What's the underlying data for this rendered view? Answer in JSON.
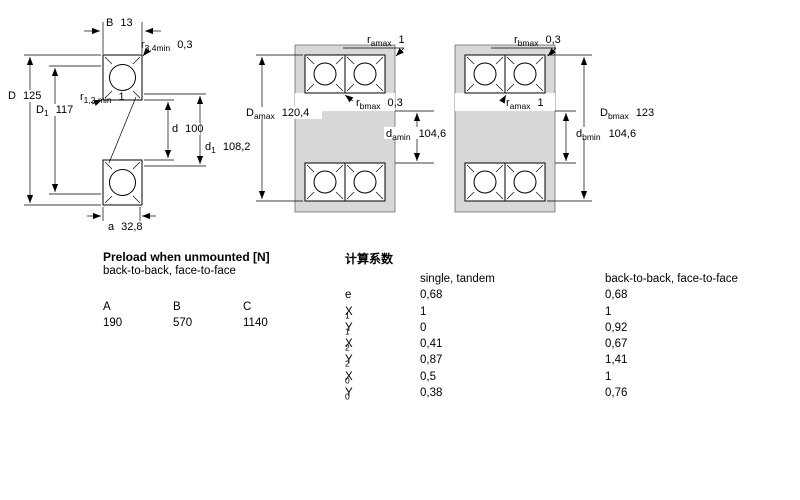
{
  "diagram": {
    "left": {
      "B": {
        "base": "B",
        "value": "13"
      },
      "r34": {
        "base": "r",
        "sub": "3,4min",
        "value": "0,3"
      },
      "D": {
        "base": "D",
        "value": "125"
      },
      "r12": {
        "base": "r",
        "sub": "1,2 min",
        "value": "1"
      },
      "D1": {
        "base": "D",
        "sub": "1",
        "value": "117"
      },
      "d": {
        "base": "d",
        "value": "100"
      },
      "d1": {
        "base": "d",
        "sub": "1",
        "value": "108,2"
      },
      "a": {
        "base": "a",
        "value": "32,8"
      }
    },
    "pair1": {
      "ramax_top": {
        "base": "r",
        "sub": "amax",
        "value": "1"
      },
      "Damax": {
        "base": "D",
        "sub": "amax",
        "value": "120,4"
      },
      "rbmax_mid": {
        "base": "r",
        "sub": "bmax",
        "value": "0,3"
      },
      "damin": {
        "base": "d",
        "sub": "amin",
        "value": "104,6"
      }
    },
    "pair2": {
      "rbmax_top": {
        "base": "r",
        "sub": "bmax",
        "value": "0,3"
      },
      "ramax_mid": {
        "base": "r",
        "sub": "amax",
        "value": "1"
      },
      "Dbmax": {
        "base": "D",
        "sub": "bmax",
        "value": "123"
      },
      "dbmin": {
        "base": "d",
        "sub": "bmin",
        "value": "104,6"
      }
    }
  },
  "preload": {
    "title": "Preload when unmounted [N]",
    "subtitle": "back-to-back, face-to-face",
    "headers": [
      "A",
      "B",
      "C"
    ],
    "values": [
      "190",
      "570",
      "1140"
    ]
  },
  "factors": {
    "title": "计算系数",
    "col1": "single, tandem",
    "col2": "back-to-back, face-to-face",
    "rows": [
      {
        "base": "e",
        "sub": "",
        "v1": "0,68",
        "v2": "0,68"
      },
      {
        "base": "X",
        "sub": "1",
        "v1": "1",
        "v2": "1"
      },
      {
        "base": "Y",
        "sub": "1",
        "v1": "0",
        "v2": "0,92"
      },
      {
        "base": "X",
        "sub": "2",
        "v1": "0,41",
        "v2": "0,67"
      },
      {
        "base": "Y",
        "sub": "2",
        "v1": "0,87",
        "v2": "1,41"
      },
      {
        "base": "X",
        "sub": "0",
        "v1": "0,5",
        "v2": "1"
      },
      {
        "base": "Y",
        "sub": "0",
        "v1": "0,38",
        "v2": "0,76"
      }
    ]
  }
}
